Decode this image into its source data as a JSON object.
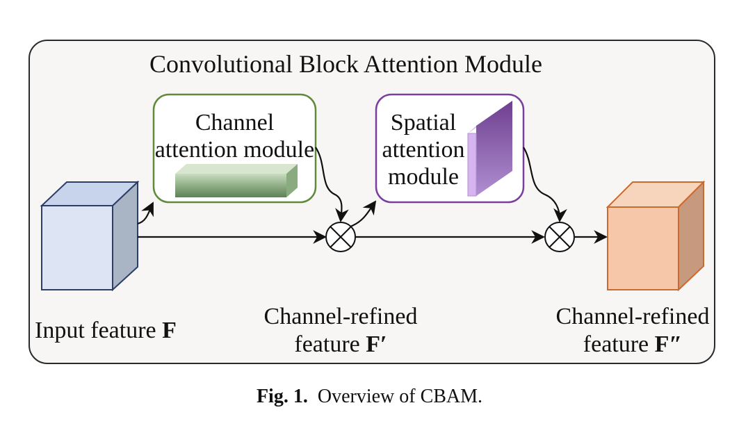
{
  "title": "Convolutional Block Attention Module",
  "channel_module": {
    "line1": "Channel",
    "line2": "attention module"
  },
  "spatial_module": {
    "line1": "Spatial",
    "line2": "attention",
    "line3": "module"
  },
  "input_feature": {
    "text": "Input feature ",
    "symbol": "F"
  },
  "refined_1": {
    "line1": "Channel-refined",
    "line2_text": "feature ",
    "symbol": "F′"
  },
  "refined_2": {
    "line1": "Channel-refined",
    "line2_text": "feature ",
    "symbol": "F″"
  },
  "caption": {
    "fig": "Fig. 1.",
    "text": "Overview of CBAM."
  },
  "colors": {
    "frame_border": "#2a2a2a",
    "frame_fill": "#f8f6f4",
    "channel_module_border": "#5f8a3c",
    "spatial_module_border": "#7a3f9e",
    "input_cube": "#dde5f5",
    "output_cube": "#f6c8a9"
  }
}
